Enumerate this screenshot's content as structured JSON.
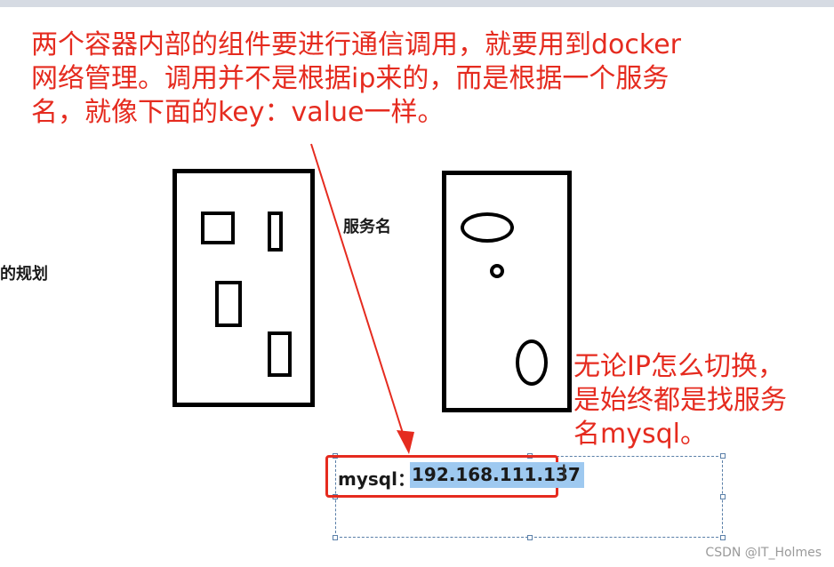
{
  "annotation_top": {
    "lines": [
      "两个容器内部的组件要进行通信调用，就要用到docker",
      "网络管理。调用并不是根据ip来的，而是根据一个服务",
      "名，就像下面的key：value一样。"
    ]
  },
  "annotation_right": {
    "lines": [
      "无论IP怎么切换，",
      "是始终都是找服务",
      "名mysql。"
    ]
  },
  "service_label": "服务名",
  "left_cut_label": "的规划",
  "kv": {
    "key": "mysql：",
    "value": "192.168.111.137"
  },
  "text_cursor": "I",
  "watermark": "CSDN @IT_Holmes",
  "colors": {
    "annotation": "#e52b1f",
    "highlight": "#9ec9f0",
    "selection": "#5a7fa8"
  }
}
